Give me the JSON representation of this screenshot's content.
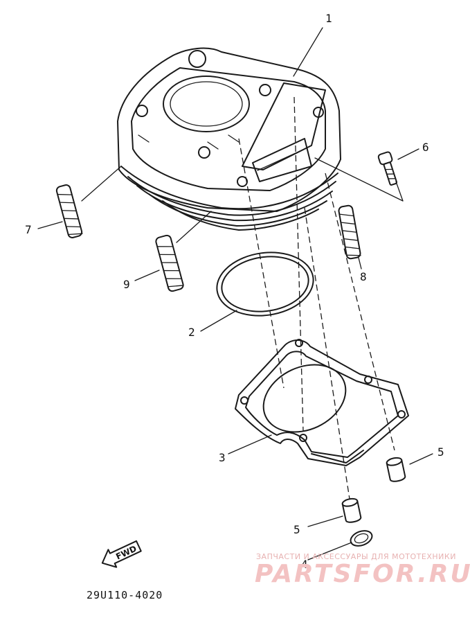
{
  "callouts": {
    "c1": "1",
    "c2": "2",
    "c3": "3",
    "c4": "4",
    "c5a": "5",
    "c5b": "5",
    "c6": "6",
    "c7": "7",
    "c8": "8",
    "c9": "9"
  },
  "fwd_label": "FWD",
  "part_code": "29U110-4020",
  "watermark": {
    "subtitle": "ЗАПЧАСТИ И АКСЕССУАРЫ ДЛЯ МОТОТЕХНИКИ",
    "brand": "PARTSFOR.RU",
    "color": "#f3c2c2"
  }
}
